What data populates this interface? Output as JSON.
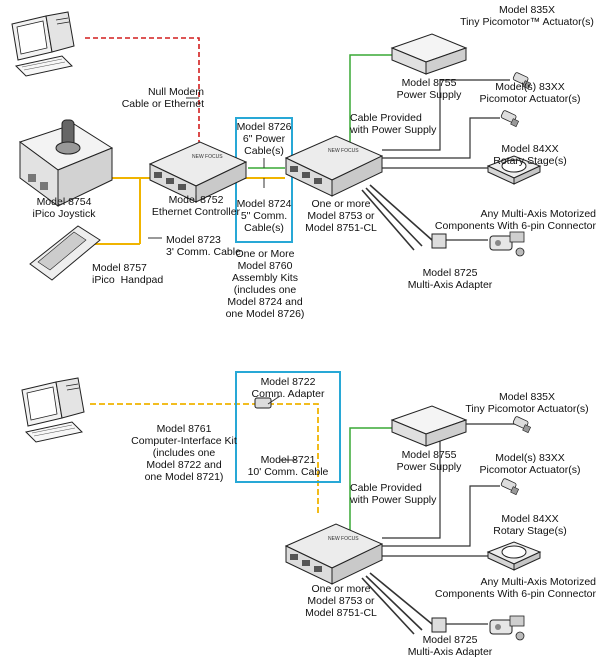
{
  "colors": {
    "null_modem_line": "#d21f1f",
    "yellow_cable": "#f0b400",
    "power_cable": "#39a935",
    "highlight_box": "#28a8d6",
    "device_line": "#333333"
  },
  "icons": [
    "computer-icon",
    "joystick-icon",
    "handpad-icon",
    "controller-icon",
    "driver-icon",
    "power-supply-icon",
    "actuator-icon",
    "rotary-stage-icon",
    "motorized-component-icon",
    "adapter-icon"
  ],
  "setup1": {
    "null_modem": "Null Modem\nCable or Ethernet",
    "joystick": "Model 8754\niPico Joystick",
    "controller": "Model 8752\nEthernet Controller",
    "comm_cable": "Model 8723\n3' Comm. Cable",
    "handpad": "Model 8757\niPico  Handpad",
    "power_cable": "Model 8726\n6\" Power\nCable(s)",
    "comm_cable_5": "Model 8724\n5\" Comm.\nCable(s)",
    "assembly_kits": "One or More\nModel 8760\nAssembly Kits\n(includes one\nModel 8724 and\none Model 8726)",
    "cable_provided": "Cable Provided\nwith Power Supply",
    "driver": "One or more\nModel 8753 or\nModel 8751-CL",
    "power_supply": "Model 8755\nPower Supply",
    "tiny_picomotor": "Model 835X\nTiny Picomotor™ Actuator(s)",
    "picomotor": "Model(s) 83XX\nPicomotor Actuator(s)",
    "rotary": "Model 84XX\nRotary Stage(s)",
    "multi_axis": "Any Multi-Axis Motorized\nComponents With 6-pin Connector",
    "adapter": "Model 8725\nMulti-Axis Adapter"
  },
  "setup2": {
    "comm_adapter": "Model 8722\nComm. Adapter",
    "interface_kit": "Model 8761\nComputer-Interface Kit\n(includes one\nModel 8722 and\none Model 8721)",
    "comm_cable_10": "Model 8721\n10' Comm. Cable",
    "cable_provided": "Cable Provided\nwith Power Supply",
    "driver": "One or more\nModel 8753 or\nModel 8751-CL",
    "power_supply": "Model 8755\nPower Supply",
    "tiny_picomotor": "Model 835X\nTiny Picomotor Actuator(s)",
    "picomotor": "Model(s) 83XX\nPicomotor Actuator(s)",
    "rotary": "Model 84XX\nRotary Stage(s)",
    "multi_axis": "Any Multi-Axis Motorized\nComponents With 6-pin Connector",
    "adapter": "Model 8725\nMulti-Axis Adapter"
  }
}
